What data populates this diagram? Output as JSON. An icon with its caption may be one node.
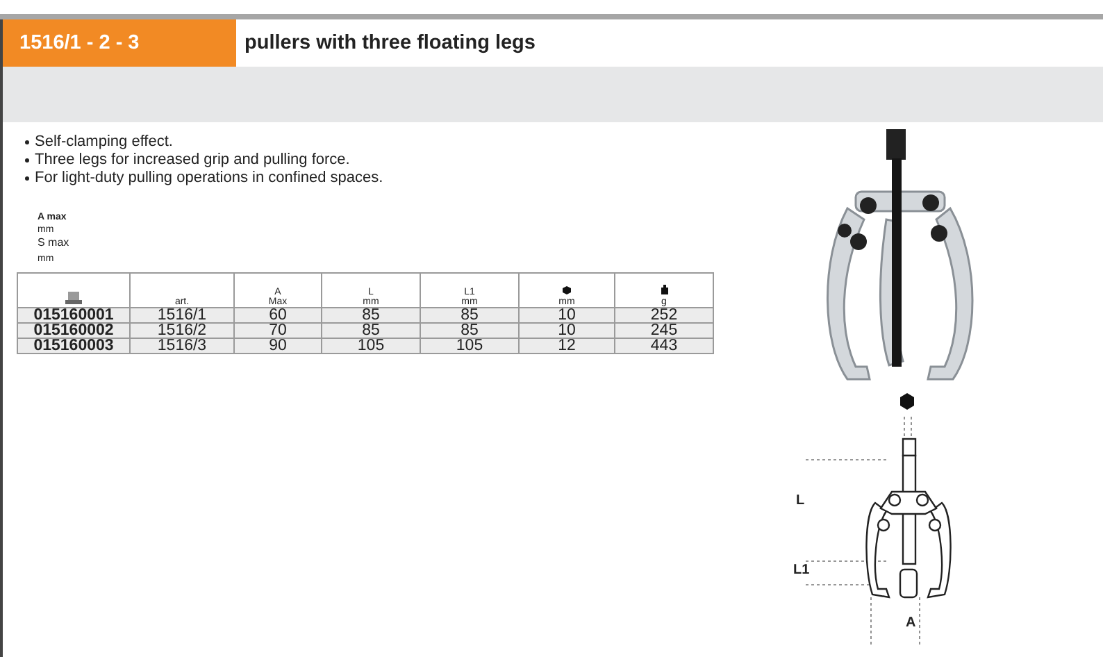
{
  "diagram": {
    "title": "pullers with three floating legs",
    "labels": [
      "1516/1 - 2 - 3",
      "Self-clamping effect.",
      "Three legs for increased grip and pulling force.",
      "For light-duty pulling operations in confined spaces.",
      "A max",
      "mm",
      "S max",
      "mm",
      "art.",
      "A Max",
      "L mm",
      "L1 mm",
      "mm",
      "g",
      "015160001",
      "1516/1",
      "60",
      "85",
      "85",
      "10",
      "252",
      "015160002",
      "1516/2",
      "70",
      "85",
      "85",
      "10",
      "245",
      "015160003",
      "1516/3",
      "90",
      "105",
      "105",
      "12",
      "443",
      "L",
      "L1",
      "A"
    ]
  }
}
